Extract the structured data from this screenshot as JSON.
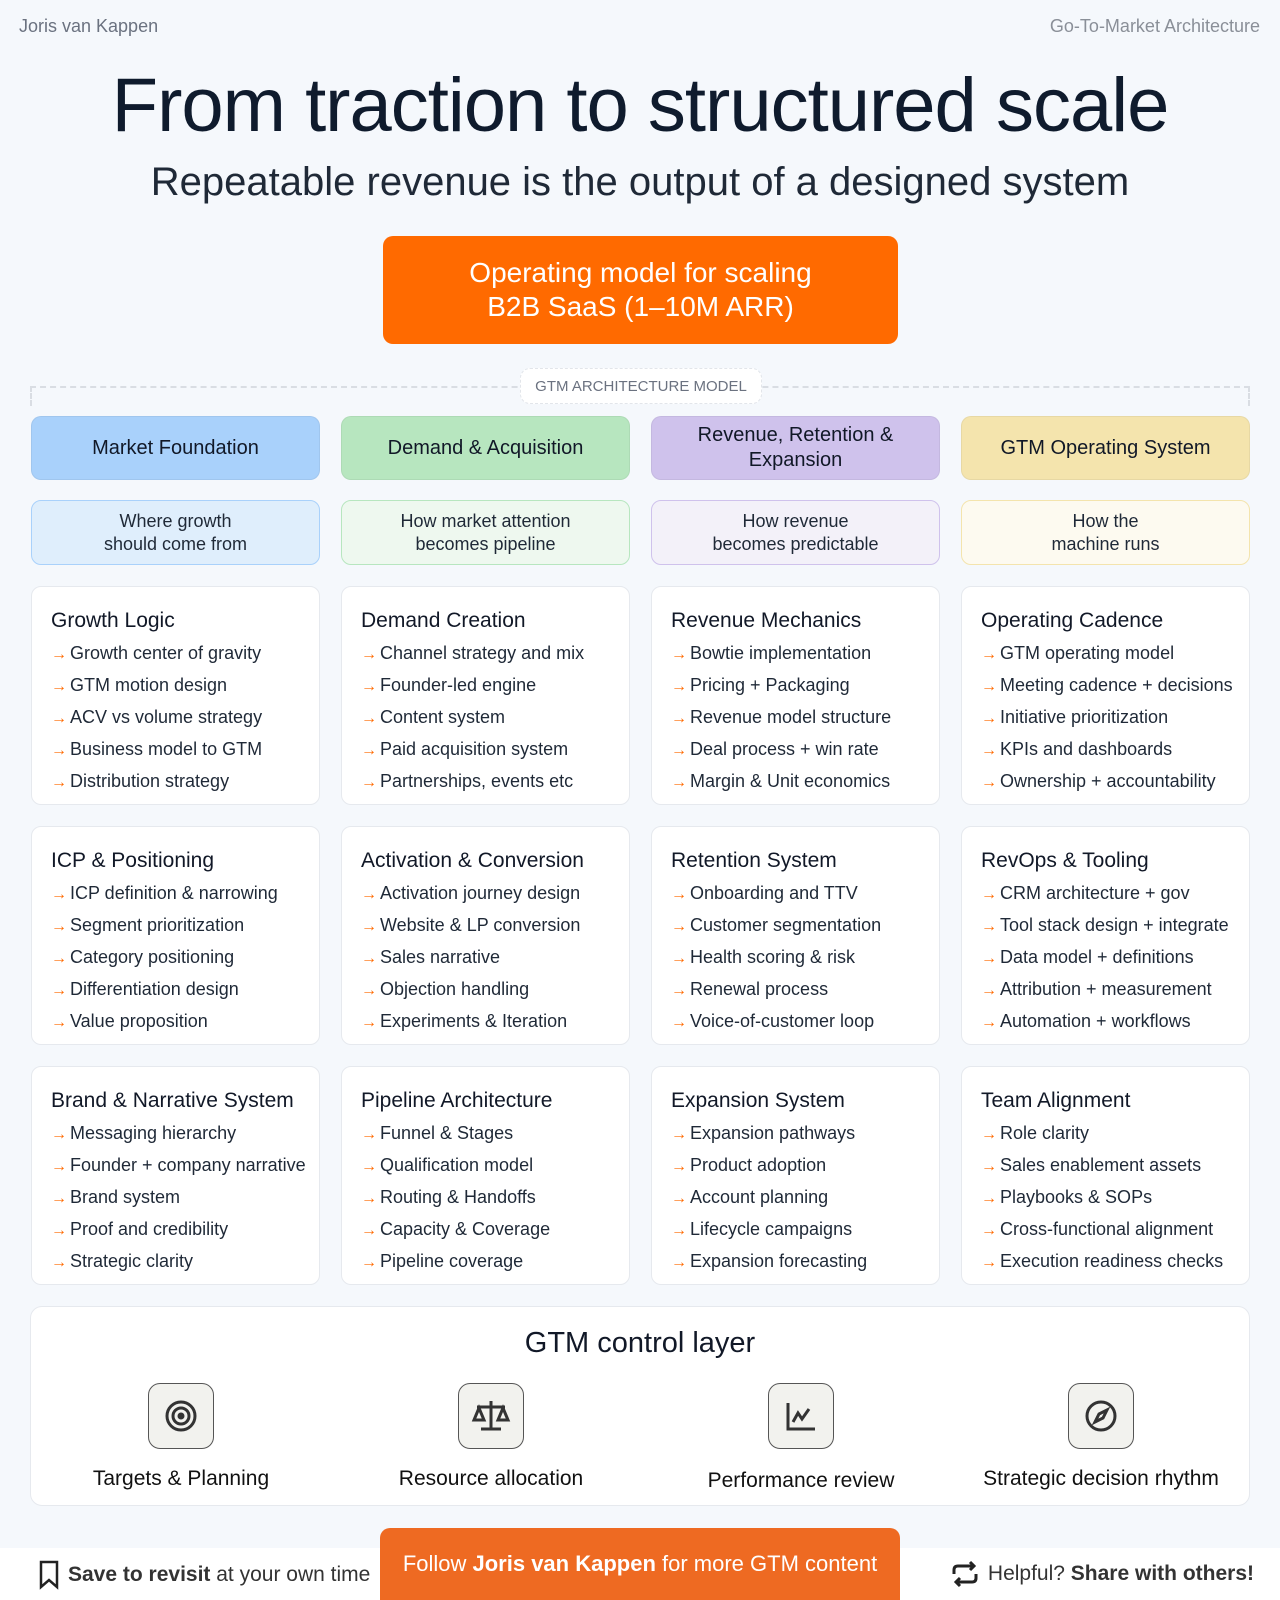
{
  "header": {
    "author": "Joris van Kappen",
    "topic": "Go-To-Market Architecture",
    "title": "From traction to  structured scale",
    "subtitle": "Repeatable revenue is the output of a designed system"
  },
  "hero": {
    "line1": "Operating model for scaling",
    "line2": "B2B SaaS (1–10M ARR)"
  },
  "model_label": "GTM ARCHITECTURE MODEL",
  "columns": [
    {
      "title": "Market Foundation",
      "subtitle": "Where growth\nshould come from",
      "color": "#a9d1fb",
      "sub_color": "#dfeefc",
      "cards": [
        {
          "title": "Growth Logic",
          "items": [
            "Growth center of gravity",
            "GTM motion design",
            "ACV vs volume strategy",
            "Business model to GTM",
            "Distribution strategy"
          ]
        },
        {
          "title": "ICP & Positioning",
          "items": [
            "ICP definition & narrowing",
            "Segment prioritization",
            "Category positioning",
            "Differentiation design",
            "Value proposition"
          ]
        },
        {
          "title": "Brand & Narrative System",
          "items": [
            "Messaging hierarchy",
            "Founder + company narrative",
            "Brand system",
            "Proof and credibility",
            "Strategic clarity"
          ]
        }
      ]
    },
    {
      "title": "Demand & Acquisition",
      "subtitle": "How market attention\nbecomes pipeline",
      "color": "#b7e6bf",
      "sub_color": "#eef8ef",
      "cards": [
        {
          "title": "Demand Creation",
          "items": [
            "Channel strategy and mix",
            "Founder-led engine",
            "Content system",
            "Paid acquisition system",
            "Partnerships, events etc"
          ]
        },
        {
          "title": "Activation & Conversion",
          "items": [
            "Activation journey design",
            "Website & LP conversion",
            "Sales narrative",
            "Objection handling",
            "Experiments & Iteration"
          ]
        },
        {
          "title": "Pipeline Architecture",
          "items": [
            "Funnel & Stages",
            "Qualification model",
            "Routing & Handoffs",
            "Capacity & Coverage",
            "Pipeline coverage"
          ]
        }
      ]
    },
    {
      "title": "Revenue, Retention & Expansion",
      "subtitle": "How revenue\nbecomes predictable",
      "color": "#cfc2ec",
      "sub_color": "#f3f1f9",
      "cards": [
        {
          "title": "Revenue Mechanics",
          "items": [
            "Bowtie implementation",
            "Pricing + Packaging",
            "Revenue model structure",
            "Deal process + win rate",
            "Margin & Unit economics"
          ]
        },
        {
          "title": "Retention System",
          "items": [
            "Onboarding and TTV",
            "Customer segmentation",
            "Health scoring & risk",
            "Renewal process",
            "Voice-of-customer loop"
          ]
        },
        {
          "title": "Expansion System",
          "items": [
            "Expansion pathways",
            "Product adoption",
            "Account planning",
            "Lifecycle campaigns",
            "Expansion forecasting"
          ]
        }
      ]
    },
    {
      "title": "GTM Operating System",
      "subtitle": "How the\nmachine runs",
      "color": "#f4e4ad",
      "sub_color": "#fdfaf0",
      "cards": [
        {
          "title": "Operating Cadence",
          "items": [
            "GTM operating model",
            "Meeting cadence + decisions",
            "Initiative prioritization",
            "KPIs and dashboards",
            "Ownership + accountability"
          ]
        },
        {
          "title": "RevOps & Tooling",
          "items": [
            "CRM architecture + gov",
            "Tool stack design + integrate",
            "Data model + definitions",
            "Attribution + measurement",
            "Automation + workflows"
          ]
        },
        {
          "title": "Team Alignment",
          "items": [
            "Role clarity",
            "Sales enablement assets",
            "Playbooks & SOPs",
            "Cross-functional alignment",
            "Execution readiness checks"
          ]
        }
      ]
    }
  ],
  "control": {
    "title": "GTM control layer",
    "items": [
      {
        "label": "Targets & Planning",
        "icon": "target-icon"
      },
      {
        "label": "Resource allocation",
        "icon": "scale-icon"
      },
      {
        "label": "Performance review",
        "icon": "chart-icon"
      },
      {
        "label": "Strategic decision rhythm",
        "icon": "compass-icon"
      }
    ]
  },
  "footer": {
    "save_bold": "Save to revisit",
    "save_rest": " at your own time",
    "follow_pre": "Follow ",
    "follow_name": "Joris van Kappen",
    "follow_post": " for more GTM content",
    "share_pre": "Helpful? ",
    "share_bold": "Share with others!"
  },
  "colors": {
    "accent": "#ff6a00",
    "follow": "#ee6a22"
  }
}
